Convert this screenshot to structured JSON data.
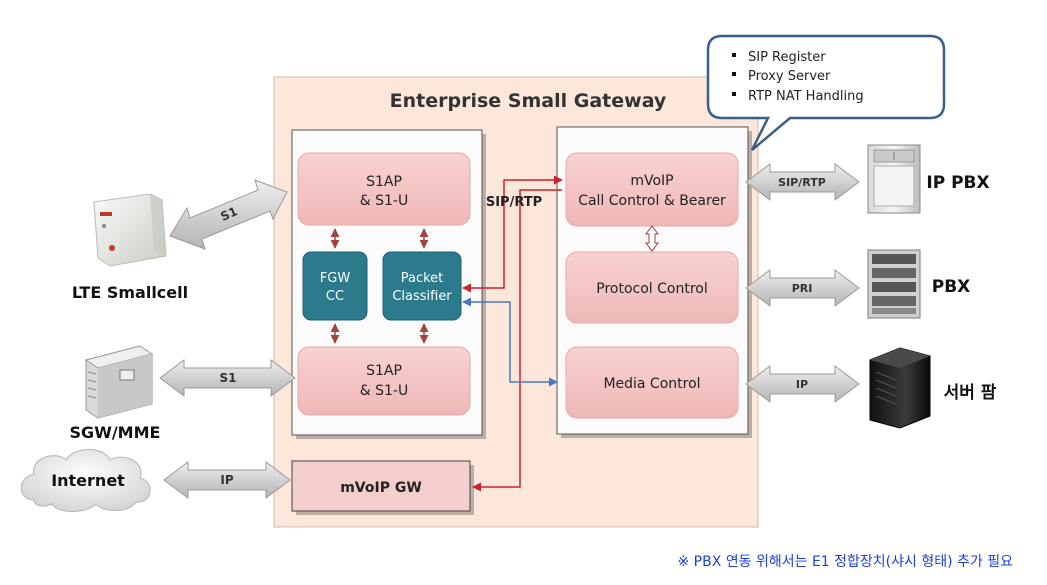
{
  "gateway_title": "Enterprise Small Gateway",
  "callout_items": [
    "SIP Register",
    "Proxy Server",
    "RTP NAT Handling"
  ],
  "modules": {
    "s1ap_top": [
      "S1AP",
      "& S1-U"
    ],
    "s1ap_bottom": [
      "S1AP",
      "& S1-U"
    ],
    "fgw_cc": [
      "FGW",
      "CC"
    ],
    "packet_classifier": [
      "Packet",
      "Classifier"
    ],
    "mvoip_call": [
      "mVoIP",
      "Call Control & Bearer"
    ],
    "protocol_control": "Protocol Control",
    "media_control": "Media Control",
    "mvoip_gw": "mVoIP GW"
  },
  "link_labels": {
    "s1_smallcell": "S1",
    "s1_sgw": "S1",
    "ip_internet": "IP",
    "sip_rtp_internal": "SIP/RTP",
    "sip_rtp_ippbx": "SIP/RTP",
    "pri": "PRI",
    "ip_server": "IP"
  },
  "devices": {
    "lte_smallcell": "LTE Smallcell",
    "sgw_mme": "SGW/MME",
    "internet": "Internet",
    "ip_pbx": "IP PBX",
    "pbx": "PBX",
    "server_farm": "서버 팜"
  },
  "footnote": "※ PBX 연동 위해서는 E1 정합장치(샤시 형태) 추가 필요",
  "colors": {
    "gateway_bg": "#fce7da",
    "module_pink": "#f4c2c2",
    "module_teal": "#2b7b8c",
    "arrow_red": "#d0202a",
    "arrow_blue": "#4a78c0",
    "footnote_blue": "#1d3fe0",
    "callout_border": "#3a5f8a"
  }
}
